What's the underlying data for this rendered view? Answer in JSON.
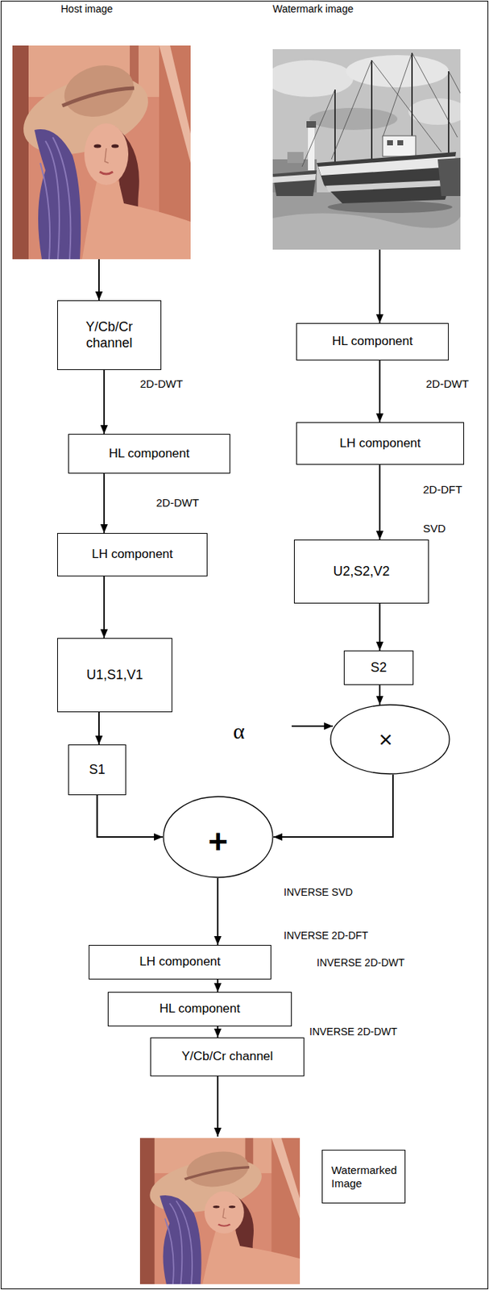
{
  "diagram": {
    "nodes": [
      {
        "text": [
          "Host image"
        ]
      },
      {
        "text": [
          "Y/Cb/Cr channel"
        ]
      },
      {
        "text": [
          "HL component"
        ]
      },
      {
        "text": [
          "LH component"
        ]
      },
      {
        "text": [
          "U1,S1,V1"
        ]
      },
      {
        "text": [
          "S1"
        ]
      },
      {
        "text": [
          "Watermark image"
        ]
      },
      {
        "text": [
          "HL component"
        ]
      },
      {
        "text": [
          "LH component"
        ]
      },
      {
        "text": [
          "U2,S2,V2"
        ]
      },
      {
        "text": [
          "S2"
        ]
      },
      {
        "text": [
          "×"
        ]
      },
      {
        "text": [
          "+"
        ]
      },
      {
        "text": [
          "LH component"
        ]
      },
      {
        "text": [
          "HL component"
        ]
      },
      {
        "text": [
          "Y/Cb/Cr channel"
        ]
      },
      {
        "text": [
          "Watermarked Image"
        ]
      }
    ],
    "edges": [
      {
        "from": 0,
        "to": 1,
        "arrow": "to"
      },
      {
        "from": 1,
        "to": 2,
        "label": "2D-DWT",
        "arrow": "to"
      },
      {
        "from": 2,
        "to": 3,
        "label": "2D-DWT",
        "arrow": "to"
      },
      {
        "from": 3,
        "to": 4,
        "arrow": "to"
      },
      {
        "from": 4,
        "to": 5,
        "arrow": "to"
      },
      {
        "from": 5,
        "to": 12,
        "arrow": "to"
      },
      {
        "from": 6,
        "to": 7,
        "arrow": "to"
      },
      {
        "from": 7,
        "to": 8,
        "label": "2D-DWT",
        "arrow": "to"
      },
      {
        "from": 8,
        "to": 9,
        "label": "2D-DFT",
        "arrow": "to"
      },
      {
        "from": 9,
        "to": 10,
        "arrow": "to"
      },
      {
        "from": 10,
        "to": 11,
        "arrow": "to"
      },
      {
        "from": 11,
        "to": 12,
        "arrow": "to"
      },
      {
        "from": 12,
        "to": 13,
        "label": "INVERSE SVD",
        "arrow": "to"
      },
      {
        "from": 13,
        "to": 14,
        "label": "INVERSE 2D-DWT",
        "arrow": "to"
      },
      {
        "from": 14,
        "to": 15,
        "label": "INVERSE 2D-DWT",
        "arrow": "to"
      }
    ],
    "labels": [
      "SVD",
      "INVERSE 2D-DFT",
      "α"
    ]
  }
}
